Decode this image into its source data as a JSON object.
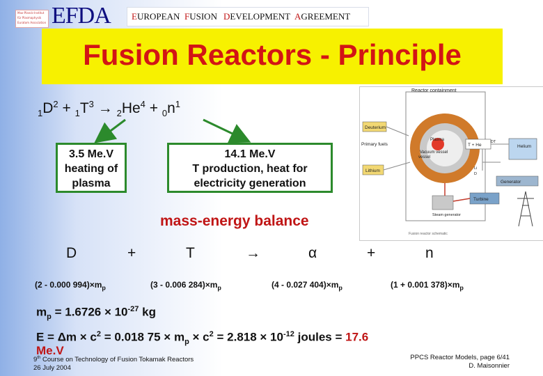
{
  "header": {
    "logo_lines": [
      "Max-Planck-Institut",
      "für Plasmaphysik",
      "Euratom Association"
    ],
    "org_acronym": "EFDA",
    "agreement_words": [
      "E",
      "UROPEAN",
      "F",
      "USION",
      "D",
      "EVELOPMENT",
      "A",
      "GREEMENT"
    ]
  },
  "title": "Fusion Reactors - Principle",
  "equation": {
    "d_pre": "1",
    "d": "D",
    "d_sup": "2",
    "plus1": "+",
    "t_pre": "1",
    "t": "T",
    "t_sup": "3",
    "arrow": "→",
    "he_pre": "2",
    "he": "He",
    "he_sup": "4",
    "plus2": "+",
    "n_pre": "0",
    "n": "n",
    "n_sup": "1"
  },
  "boxes": {
    "left": [
      "3.5 Me.V",
      "heating of",
      "plasma"
    ],
    "right": [
      "14.1 Me.V",
      "T production, heat for",
      "electricity generation"
    ]
  },
  "diagram": {
    "labels": {
      "containment": "Reactor containment",
      "deuterium": "Deuterium",
      "primary_fuels": "Primary fuels",
      "vacuum_vessel": "Vacuum vessel",
      "lithium": "Lithium",
      "plasma": "Plasma",
      "t_he": "T + He",
      "dt": "DT",
      "helium": "Helium",
      "li": "Li",
      "d": "D",
      "generator": "Generator",
      "steam_generator": "Steam generator",
      "turbine": "Turbine",
      "footer": "Fusion reactor schematic"
    },
    "colors": {
      "blanket": "#d07a2a",
      "vessel": "#c9c9c9",
      "plasma": "#e23a2a",
      "fuel_box": "#f2d873",
      "pipe": "#8a8a8a"
    }
  },
  "mass_energy": {
    "heading": "mass-energy balance",
    "symbols": [
      "D",
      "+",
      "T",
      "→",
      "α",
      "+",
      "n"
    ],
    "masses": [
      {
        "text": "(2 - 0.000 994)×m",
        "sub": "p"
      },
      {
        "text": "(3 - 0.006 284)×m",
        "sub": "p"
      },
      {
        "text": "(4 - 0.027 404)×m",
        "sub": "p"
      },
      {
        "text": "(1 + 0.001 378)×m",
        "sub": "p"
      }
    ]
  },
  "proton_mass": {
    "m": "m",
    "sub": "p",
    "eq": " = 1.6726 × 10",
    "exp": "-27",
    "unit": " kg"
  },
  "energy": {
    "part1": "E = Δm × c",
    "sq1": "2",
    "part2": " = 0.018 75 × m",
    "sub": "p",
    "part3": " × c",
    "sq2": "2",
    "part4": " = 2.818 × 10",
    "exp": "-12",
    "part5": " joules = ",
    "value": "17.6",
    "unit": "Me.V"
  },
  "footer": {
    "course_num": "9",
    "course_sup": "th",
    "course": " Course on Technology of Fusion Tokamak Reactors",
    "date": "26 July 2004",
    "page": "PPCS Reactor Models, page 6/41",
    "author": "D. Maisonnier"
  },
  "colors": {
    "title": "#d21515",
    "banner": "#f7f100",
    "box_border": "#2c8a2c",
    "accent_red": "#c01515",
    "efda_blue": "#0e0e80"
  }
}
